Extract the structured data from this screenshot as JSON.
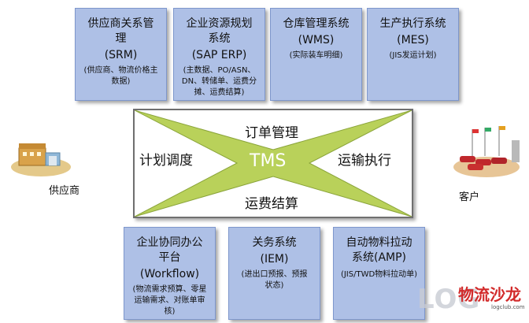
{
  "top_boxes": [
    {
      "title": "供应商关系管\n理",
      "abbr": "(SRM)",
      "desc": "(供应商、物流价格主\n数据)"
    },
    {
      "title": "企业资源规划\n系统",
      "abbr": "(SAP ERP)",
      "desc": "(主数据、PO/ASN、\nDN、转储单、运费分\n摊、运费结算)"
    },
    {
      "title": "仓库管理系统",
      "abbr": "(WMS)",
      "desc": "(实际装车明细)"
    },
    {
      "title": "生产执行系统",
      "abbr": "(MES)",
      "desc": "(JIS发运计划)"
    }
  ],
  "bottom_boxes": [
    {
      "title": "企业协同办公\n平台",
      "abbr": "(Workflow)",
      "desc": "(物流需求预算、零星\n运输需求、对账单审\n核)"
    },
    {
      "title": "关务系统",
      "abbr": "(IEM)",
      "desc": "(进出口预报、预报\n状态)"
    },
    {
      "title": "自动物料拉动\n系统(AMP)",
      "abbr": "",
      "desc": "(JIS/TWD物料拉动单)"
    }
  ],
  "center": {
    "core": "TMS",
    "top": "订单管理",
    "left": "计划调度",
    "right": "运输执行",
    "bottom": "运费结算"
  },
  "left_party": "供应商",
  "right_party": "客户",
  "watermark": {
    "letters": "LOG",
    "brand": "物流沙龙",
    "site": "logclub.com"
  },
  "colors": {
    "box": "#aec0e6",
    "x_shape": "#b9d15a",
    "tms_text": "#ffffff"
  }
}
